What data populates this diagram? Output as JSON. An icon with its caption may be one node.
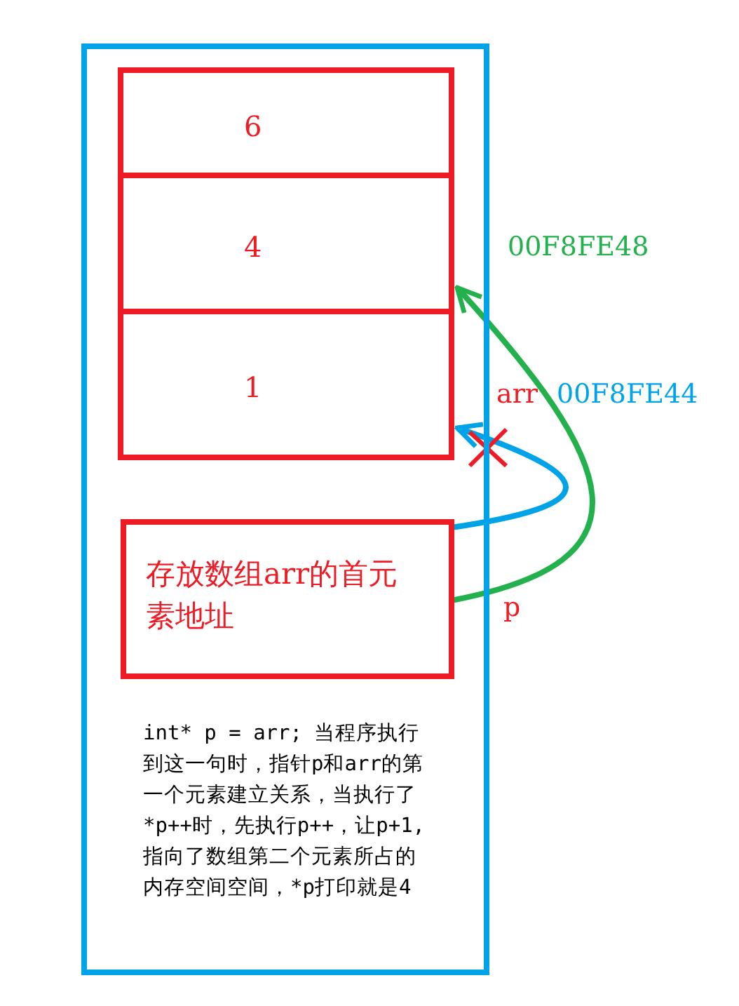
{
  "diagram": {
    "nodes": [
      {
        "text": [],
        "shape": "box"
      },
      {
        "text": [
          "6"
        ],
        "in": 0
      },
      {
        "text": [
          "4"
        ],
        "in": 0
      },
      {
        "text": [
          "1"
        ],
        "in": 0
      },
      {
        "text": [
          "存放数组arr的首元素地址"
        ],
        "in": 0
      }
    ],
    "edges": [
      {
        "from": 4,
        "to": 3,
        "arrow": "to",
        "color": "#00a2e8"
      },
      {
        "from": 4,
        "to": 2,
        "arrow": "to",
        "color": "#22b14c"
      }
    ],
    "labels": [
      "00F8FE48",
      "arr",
      "00F8FE44",
      "p",
      "int* p = arr; 当程序执行到这一句时，指针p和arr的第一个元素建立关系，当执行了*p++时，先执行p++，让p+1,指向了数组第二个元素所占的内存空间空间，*p打印就是4"
    ]
  }
}
